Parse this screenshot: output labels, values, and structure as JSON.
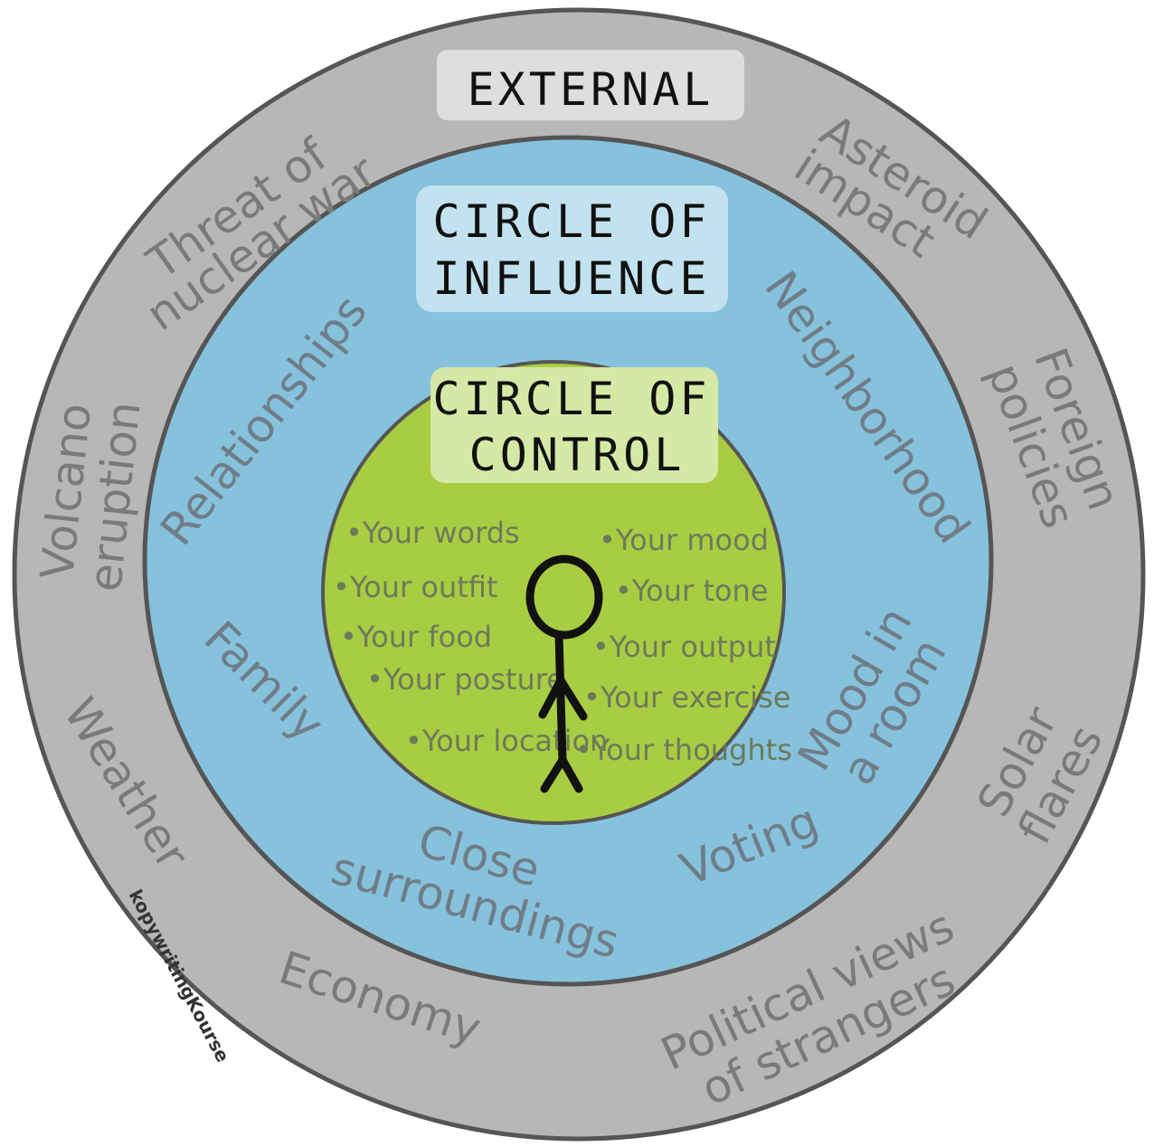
{
  "colors": {
    "external_ring": "#b7b7b7",
    "influence_ring": "#86c2dc",
    "control_circle": "#a8cd42",
    "external_title_bg": "#dedede",
    "influence_title_bg": "#c2e2ef",
    "control_title_bg": "#d6e8a6",
    "outline": "#555555",
    "stick_figure": "#111111"
  },
  "external": {
    "title": "EXTERNAL",
    "items": [
      {
        "line1": "Threat of",
        "line2": "nuclear war"
      },
      {
        "line1": "Asteroid",
        "line2": "impact"
      },
      {
        "line1": "Volcano",
        "line2": "eruption"
      },
      {
        "line1": "Foreign",
        "line2": "policies"
      },
      {
        "line1": "Weather"
      },
      {
        "line1": "Solar",
        "line2": "flares"
      },
      {
        "line1": "Economy"
      },
      {
        "line1": "Political views",
        "line2": "of strangers"
      }
    ]
  },
  "influence": {
    "title_line1": "CIRCLE OF",
    "title_line2": "INFLUENCE",
    "items": [
      {
        "line1": "Relationships"
      },
      {
        "line1": "Neighborhood"
      },
      {
        "line1": "Family"
      },
      {
        "line1": "Mood in",
        "line2": "a room"
      },
      {
        "line1": "Close",
        "line2": "surroundings"
      },
      {
        "line1": "Voting"
      }
    ]
  },
  "control": {
    "title_line1": "CIRCLE OF",
    "title_line2": "CONTROL",
    "items": [
      "•Your words",
      "•Your outfit",
      "•Your food",
      "•Your posture",
      "•Your location",
      "•Your mood",
      "•Your tone",
      "•Your output",
      "•Your exercise",
      "•Your thoughts"
    ]
  },
  "credit": "kopywritingKourse",
  "figure_icon": "stick-figure-icon"
}
